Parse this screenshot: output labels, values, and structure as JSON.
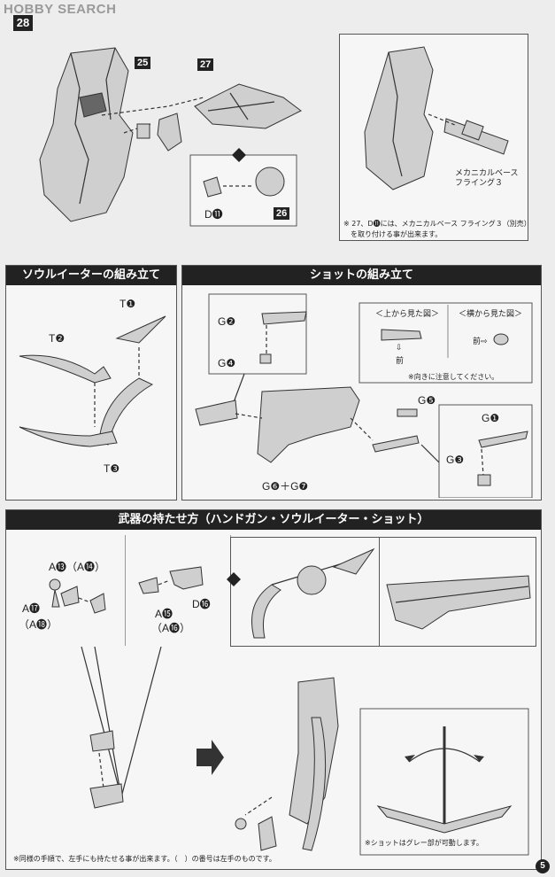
{
  "watermark": "HOBBY SEARCH",
  "step": "28",
  "step28": {
    "part_25": "25",
    "part_27": "27",
    "part_26": "26",
    "part_d11": "D⓫",
    "note_right_label": "メカニカルベース\nフライング３",
    "note_text_1": "※ 27、D⓫には、メカニカルベース フライング３（別売）",
    "note_text_2": "を取り付ける事が出来ます。"
  },
  "section_soul": {
    "title": "ソウルイーターの組み立て",
    "t1": "T❶",
    "t2": "T❷",
    "t3": "T❸"
  },
  "section_shot": {
    "title": "ショットの組み立て",
    "g2": "G❷",
    "g4": "G❹",
    "g5": "G❺",
    "g6g7": "G❻＋G❼",
    "g1": "G❶",
    "g3": "G❸",
    "view_top": "＜上から見た図＞",
    "view_side": "＜横から見た図＞",
    "arrow_down": "⇩",
    "front": "前",
    "front_side": "前⇨",
    "orientation_note": "※向きに注意してください。"
  },
  "section_weapon": {
    "title": "武器の持たせ方（ハンドガン・ソウルイーター・ショット）",
    "a13": "A⓭（A⓮）",
    "a17": "A⓱",
    "a18": "（A⓲）",
    "a15": "A⓯",
    "a16": "（A⓰）",
    "d16": "D⓰",
    "shot_note": "※ショットはグレー部が可動します。",
    "left_hand_note": "※同様の手順で、左手にも持たせる事が出来ます。（　）の番号は左手のものです。"
  },
  "page_number": "5"
}
